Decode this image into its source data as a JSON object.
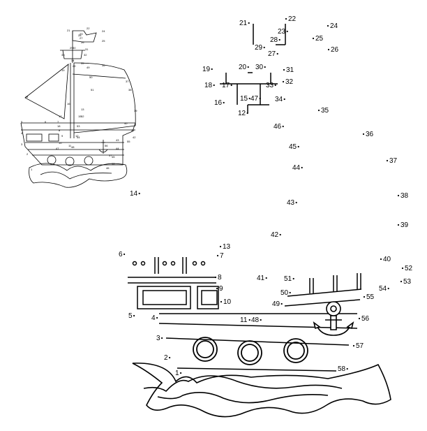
{
  "page": {
    "kind": "connect-the-dots worksheet"
  },
  "numbers": [
    "1",
    "2",
    "3",
    "4",
    "5",
    "6",
    "7",
    "8",
    "9",
    "10",
    "11",
    "12",
    "13",
    "14",
    "15",
    "16",
    "17",
    "18",
    "19",
    "20",
    "21",
    "22",
    "23",
    "24",
    "25",
    "26",
    "27",
    "28",
    "29",
    "30",
    "31",
    "32",
    "33",
    "34",
    "35",
    "36",
    "37",
    "38",
    "39",
    "40",
    "41",
    "42",
    "43",
    "44",
    "45",
    "46",
    "47",
    "48",
    "49",
    "50",
    "51",
    "52",
    "53",
    "54",
    "55",
    "56",
    "57",
    "58"
  ],
  "preview_numbers": [
    "21",
    "22",
    "23",
    "24",
    "25",
    "26",
    "27",
    "28",
    "29",
    "30",
    "31",
    "32",
    "33",
    "34",
    "35",
    "36",
    "37",
    "38",
    "39",
    "40",
    "41",
    "42",
    "43",
    "44",
    "45",
    "46",
    "47",
    "48",
    "49",
    "50",
    "51",
    "52",
    "53",
    "54",
    "55",
    "56",
    "57",
    "58",
    "1",
    "2",
    "3",
    "4",
    "5",
    "6",
    "7",
    "8",
    "9",
    "10",
    "11",
    "12",
    "13",
    "14",
    "15",
    "16",
    "17",
    "18",
    "19",
    "20"
  ],
  "colors": {
    "line": "#000000",
    "paper": "#ffffff"
  }
}
